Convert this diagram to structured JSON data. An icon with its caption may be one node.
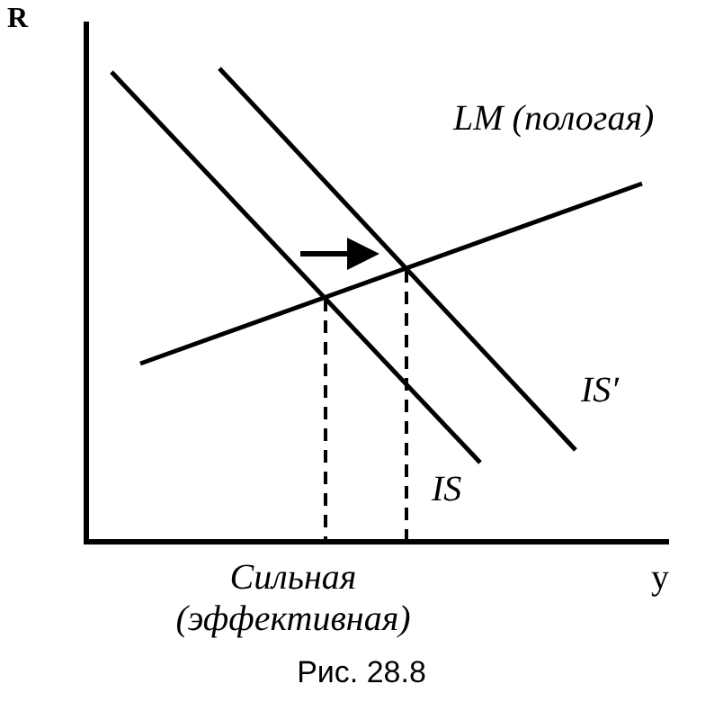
{
  "diagram": {
    "caption": "Рис. 28.8",
    "labels": [
      "R",
      "LM (пологая)",
      "IS′",
      "IS",
      "Сильная (эффективная)",
      "y"
    ]
  }
}
